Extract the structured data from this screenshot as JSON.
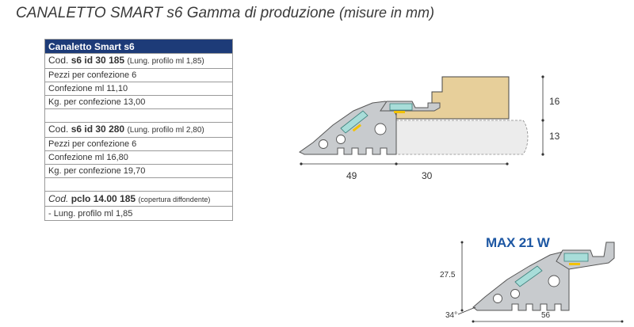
{
  "title": {
    "main": "CANALETTO SMART  s6 Gamma di produzione",
    "sub": "(misure in mm)"
  },
  "table": {
    "header": "Canaletto Smart s6",
    "product1": {
      "cod_prefix": "Cod.",
      "code": "s6 id 30 185",
      "note": "(Lung. profilo ml 1,85)",
      "rows": [
        "Pezzi per confezione 6",
        "Confezione ml 11,10",
        "Kg. per confezione 13,00"
      ]
    },
    "product2": {
      "cod_prefix": "Cod.",
      "code": "s6 id 30 280",
      "note": "(Lung. profilo ml 2,80)",
      "rows": [
        "Pezzi per confezione 6",
        "Confezione ml 16,80",
        "Kg. per confezione 19,70"
      ]
    },
    "product3": {
      "cod_prefix": "Cod.",
      "code": "pclo 14.00 185",
      "note": "(copertura diffondente)",
      "rows": [
        "-  Lung. profilo ml 1,85"
      ]
    }
  },
  "drawing1": {
    "dims": {
      "height_top": "16",
      "height_bottom": "13",
      "width_left": "49",
      "width_right": "30"
    }
  },
  "drawing2": {
    "power_label": "MAX 21 W",
    "dims": {
      "height": "27.5",
      "angle": "34°",
      "width": "56"
    }
  },
  "colors": {
    "header_bg": "#1d3b78",
    "power_text": "#1d57a3",
    "profile_gray": "#c8cbce",
    "wood": "#e7cf9a",
    "led_cyan": "#a8ddd9"
  }
}
